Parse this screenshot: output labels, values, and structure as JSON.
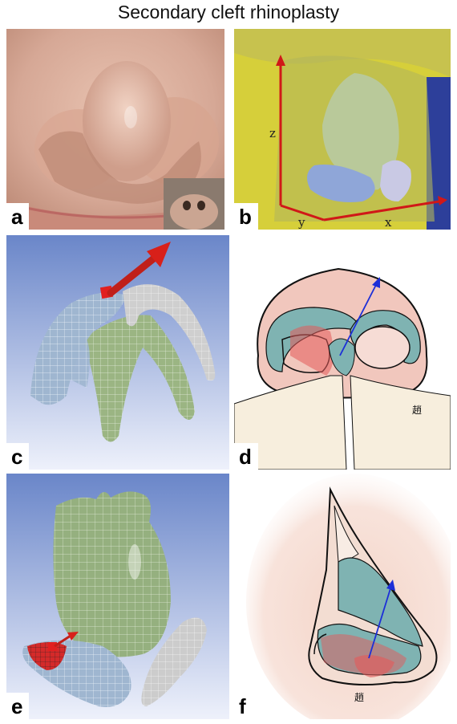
{
  "title": "Secondary cleft rhinoplasty",
  "panels": {
    "a": {
      "label": "a",
      "description_visible": false
    },
    "b": {
      "label": "b",
      "axes": {
        "z": "z",
        "y": "y",
        "x": "x"
      }
    },
    "c": {
      "label": "c"
    },
    "d": {
      "label": "d"
    },
    "e": {
      "label": "e"
    },
    "f": {
      "label": "f"
    }
  },
  "colors": {
    "arrow_red": "#d8201a",
    "vector_blue": "#1c2fd8",
    "cartilage_teal": "#7fb3b2",
    "mesh_green": "#9bb583",
    "mesh_blue": "#8fa8c4",
    "mesh_gray": "#c8c8c8",
    "viewport_blue": "#6f8fcf"
  }
}
